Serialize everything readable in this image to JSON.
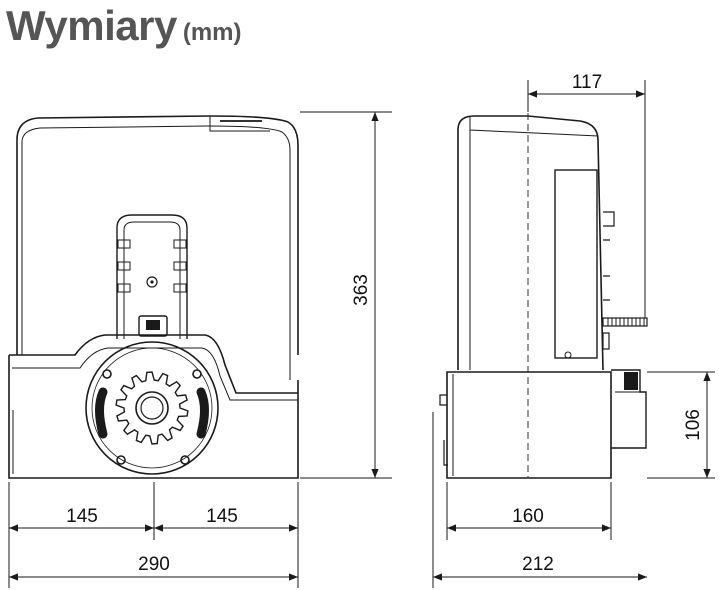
{
  "title": {
    "main": "Wymiary",
    "unit": "(mm)"
  },
  "dimensions": {
    "front_left_half": "145",
    "front_right_half": "145",
    "front_total_width": "290",
    "height": "363",
    "top_offset": "117",
    "side_base_depth": "160",
    "side_total_depth": "212",
    "bracket_height": "106"
  },
  "colors": {
    "title": "#555555",
    "line": "#1a1a1a"
  }
}
